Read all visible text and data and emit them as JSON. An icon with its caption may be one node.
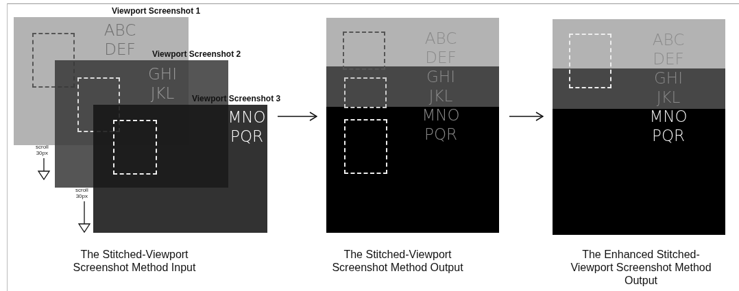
{
  "diagram": {
    "nodes": [
      {
        "text": [
          "Viewport Screenshot 1",
          "ABC DEF"
        ]
      },
      {
        "text": [
          "Viewport Screenshot 2",
          "GHI JKL"
        ]
      },
      {
        "text": [
          "Viewport Screenshot 3",
          "MNO PQR"
        ]
      },
      {
        "text": [
          "ABC DEF GHI JKL MNO PQR"
        ]
      },
      {
        "text": [
          "ABC DEF GHI JKL MNO PQR"
        ]
      }
    ],
    "edges": [
      {
        "from": 2,
        "to": 3,
        "arrow": "to"
      },
      {
        "from": 3,
        "to": 4,
        "arrow": "to"
      }
    ],
    "labels": [
      "scroll 30px",
      "scroll 30px",
      "The Stitched-Viewport Screenshot Method Input",
      "The Stitched-Viewport Screenshot Method Output",
      "The Enhanced Stitched-Viewport Screenshot Method Output"
    ]
  }
}
